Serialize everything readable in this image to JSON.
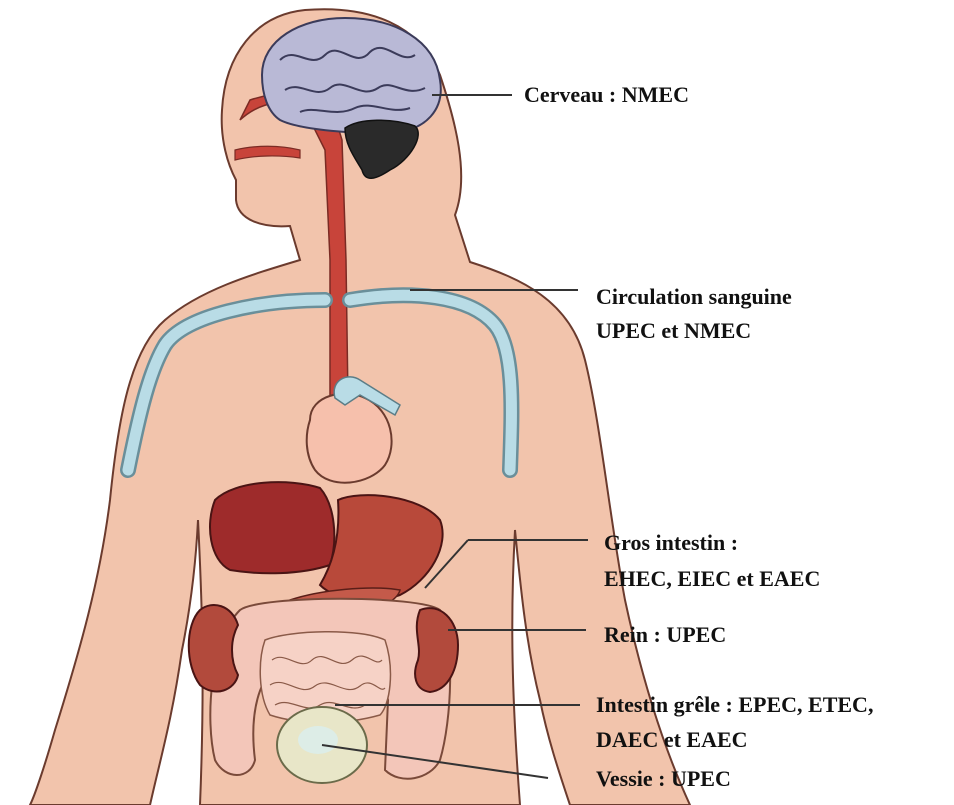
{
  "labels": {
    "brain": "Cerveau : NMEC",
    "blood_line1": "Circulation sanguine",
    "blood_line2": "UPEC et NMEC",
    "large_intestine_line1": "Gros intestin :",
    "large_intestine_line2": "EHEC, EIEC et EAEC",
    "kidney": "Rein : UPEC",
    "small_intestine_line1": "Intestin grêle : EPEC, ETEC,",
    "small_intestine_line2": "DAEC et EAEC",
    "bladder": "Vessie : UPEC"
  },
  "colors": {
    "skin": "#f2c4ac",
    "skin_outline": "#6b3b2e",
    "airway": "#c8443a",
    "brain": "#b9b9d6",
    "cerebellum": "#2a2a2a",
    "vessels": "#b9dce6",
    "heart": "#f6c0ac",
    "liver": "#9e2b2b",
    "kidney": "#b24a3c",
    "intestine": "#f3c6b9",
    "bladder": "#e8e6c8",
    "leader_line": "#333333"
  }
}
